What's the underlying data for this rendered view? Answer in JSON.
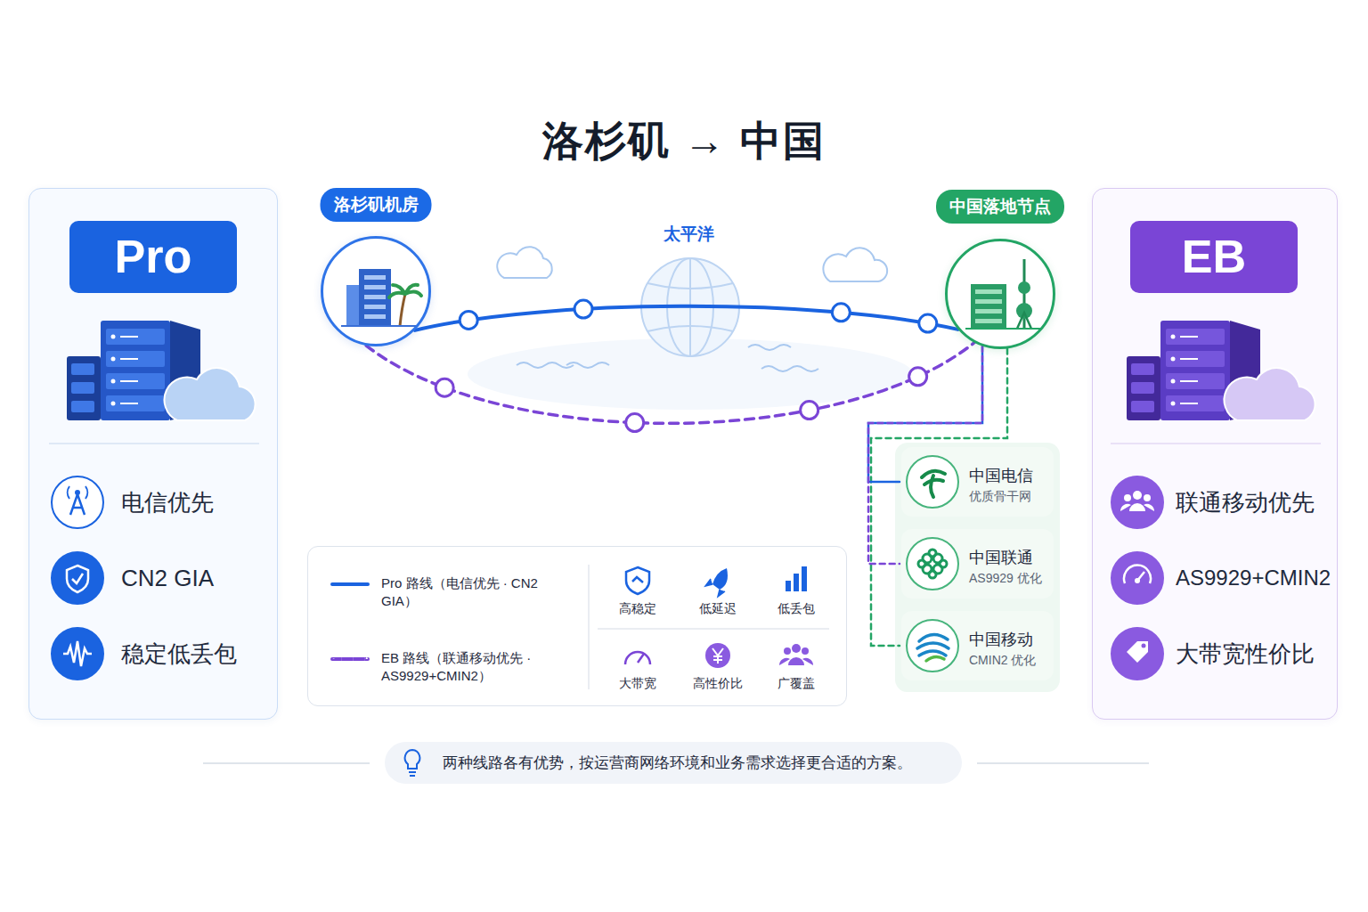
{
  "diagram": {
    "title": "洛杉矶 → 中国",
    "caption": "两种线路各有优势，按运营商网络环境和业务需求选择更合适的方案。",
    "nodes": [
      {
        "text": [
          "电信优先",
          "CN2 GIA",
          "稳定低丢包"
        ]
      },
      {
        "text": [
          "Pro"
        ],
        "in": 0
      },
      {
        "text": [
          "洛杉矶机房"
        ]
      },
      {
        "text": [
          "中国落地节点"
        ]
      },
      {
        "text": [
          "中国电信",
          "优质骨干网"
        ]
      },
      {
        "text": [
          "中国联通",
          "AS9929 优化"
        ]
      },
      {
        "text": [
          "中国移动",
          "CMIN2 优化"
        ]
      },
      {
        "text": [
          "联通移动优先",
          "AS9929+CMIN2",
          "大带宽性价比"
        ]
      },
      {
        "text": [
          "EB"
        ],
        "in": 7
      }
    ],
    "edges": [
      {
        "from": 2,
        "to": 3,
        "arrow": "none"
      },
      {
        "from": 2,
        "to": 3,
        "arrow": "none"
      },
      {
        "from": 3,
        "to": 4,
        "arrow": "none"
      },
      {
        "from": 3,
        "to": 5,
        "arrow": "none"
      },
      {
        "from": 3,
        "to": 6,
        "arrow": "none"
      }
    ],
    "labels": [
      "太平洋",
      "高稳定",
      "低延迟",
      "低丢包",
      "大带宽",
      "高性价比",
      "广覆盖"
    ],
    "legend": [
      {
        "text": "Pro 路线（电信优先 · CN2 GIA）"
      },
      {
        "text": "EB 路线（联通移动优先 · AS9929+CMIN2）"
      }
    ]
  }
}
